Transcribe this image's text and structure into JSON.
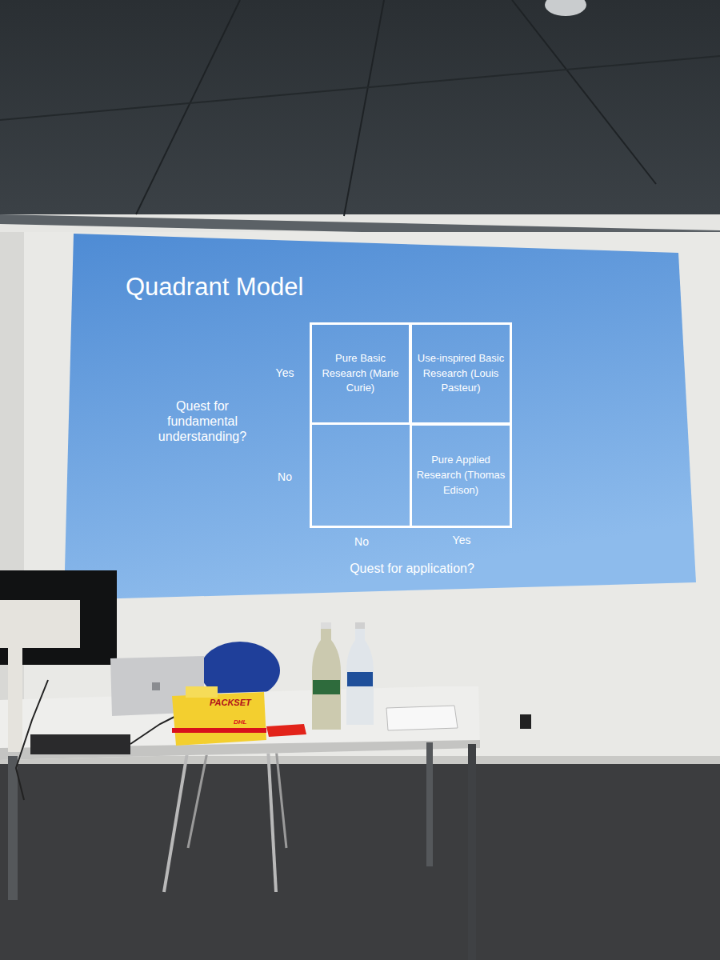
{
  "diagram": {
    "title": "Quadrant Model",
    "nodes": [
      {
        "text": [
          "Pure Basic Research (Marie Curie)"
        ]
      },
      {
        "text": [
          "Use-inspired Basic Research (Louis Pasteur)"
        ]
      },
      {
        "text": [
          "Pure Applied Research (Thomas Edison)"
        ]
      }
    ],
    "labels": [
      "Yes",
      "No",
      "Quest for fundamental understanding?",
      "No",
      "Yes",
      "Quest for application?",
      "PACKSET",
      "DHL"
    ]
  }
}
